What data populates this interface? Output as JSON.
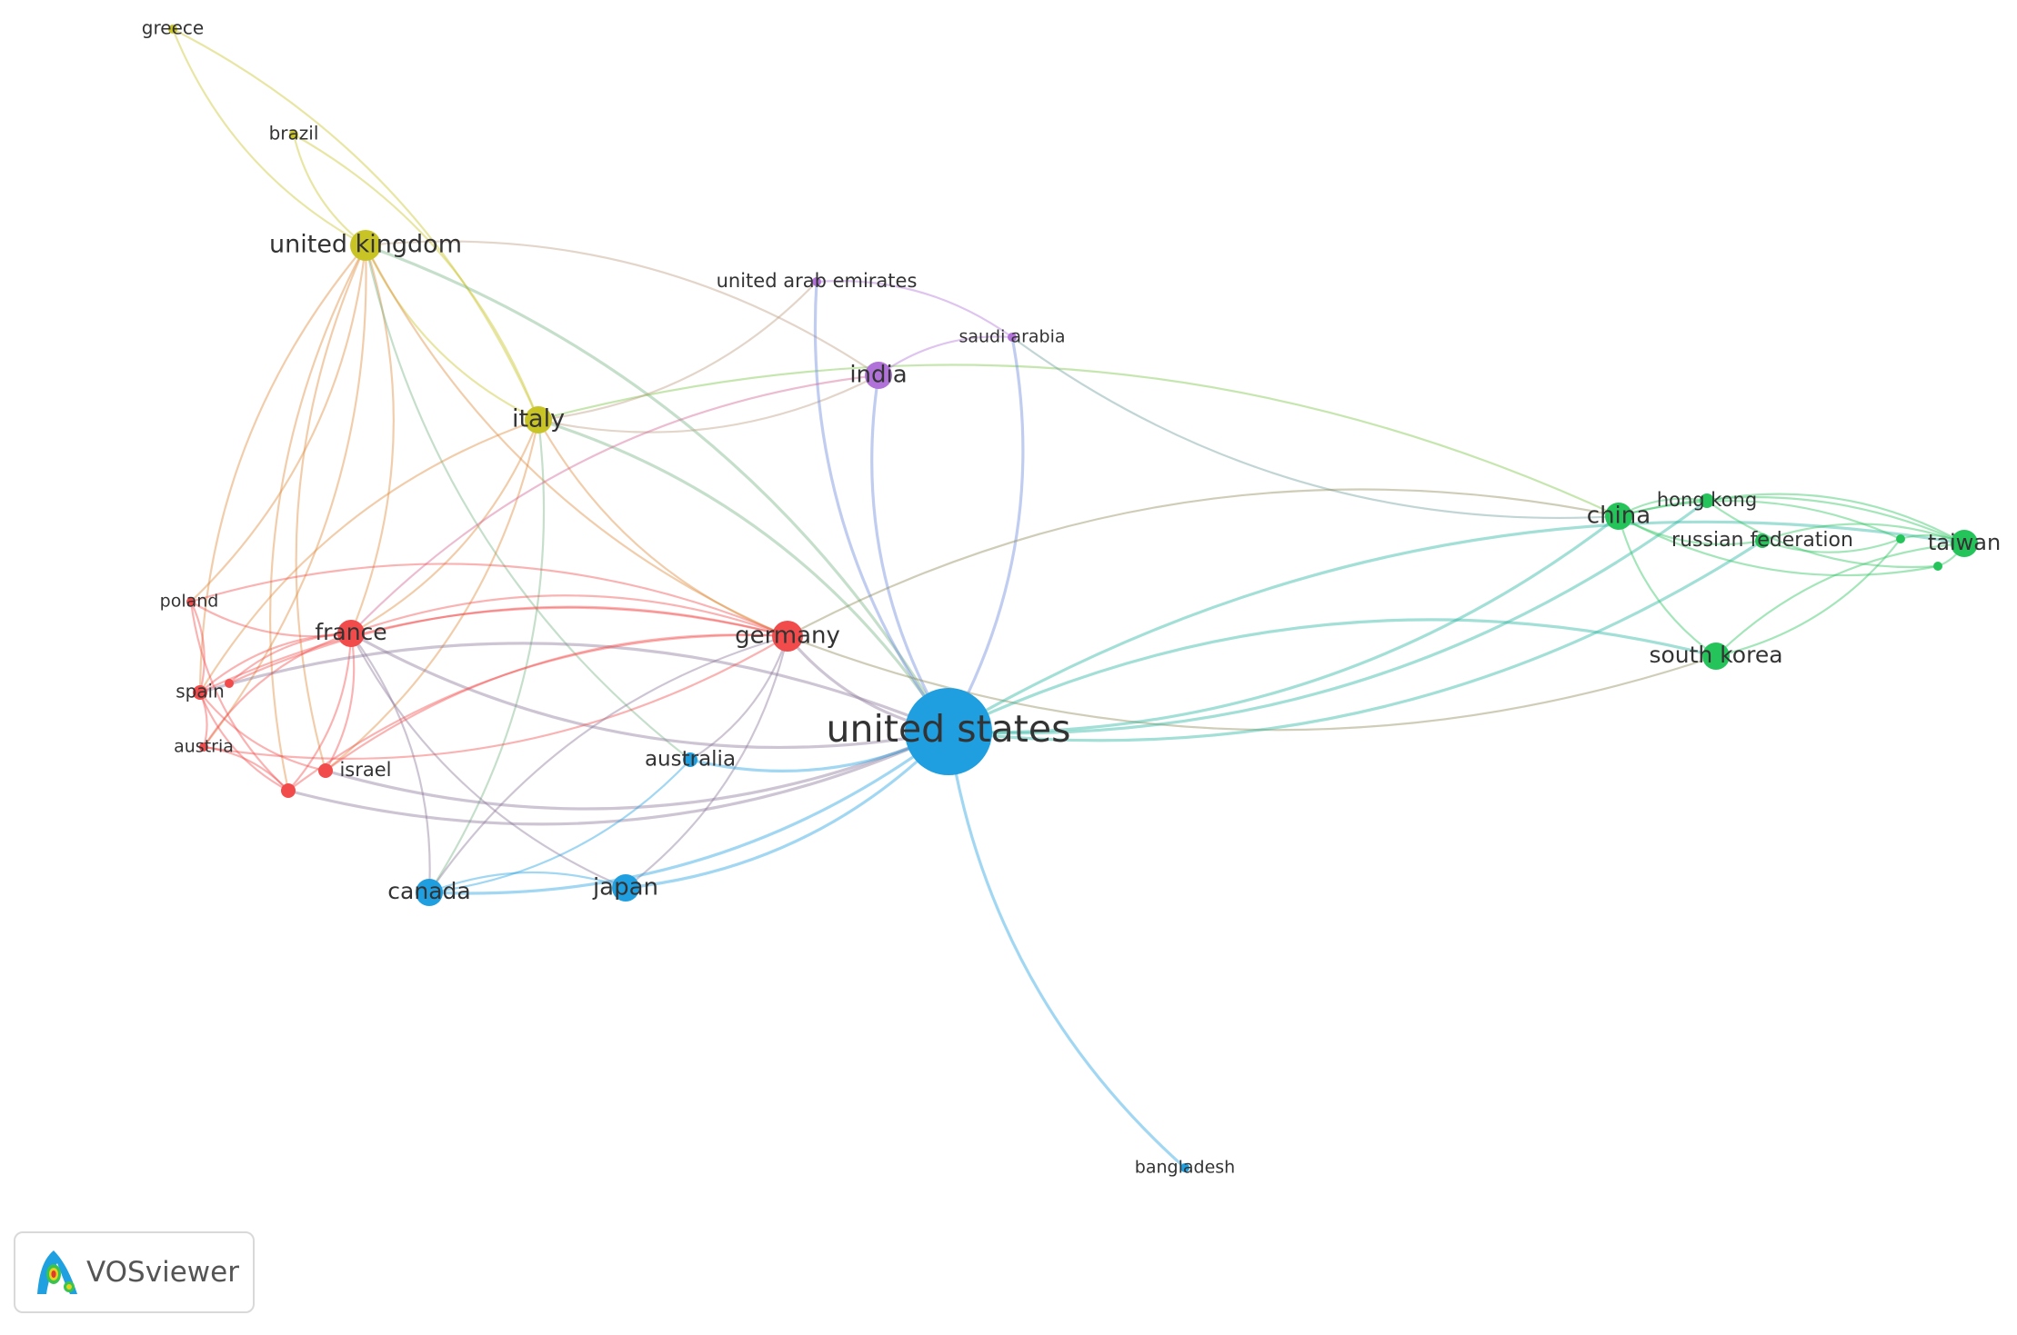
{
  "brand": {
    "name": "VOSviewer"
  },
  "clusters": [
    {
      "id": "yellow",
      "color": "#c9c425"
    },
    {
      "id": "purple",
      "color": "#b072d8"
    },
    {
      "id": "red",
      "color": "#f24b4b"
    },
    {
      "id": "blue",
      "color": "#1f9fe0"
    },
    {
      "id": "green",
      "color": "#25c45b"
    }
  ],
  "nodes": [
    {
      "id": "greece",
      "label": "greece",
      "cluster": "yellow",
      "weight": 1
    },
    {
      "id": "brazil",
      "label": "brazil",
      "cluster": "yellow",
      "weight": 1
    },
    {
      "id": "united_kingdom",
      "label": "united kingdom",
      "cluster": "yellow",
      "weight": 5
    },
    {
      "id": "italy",
      "label": "italy",
      "cluster": "yellow",
      "weight": 4
    },
    {
      "id": "united_arab_emirates",
      "label": "united arab emirates",
      "cluster": "purple",
      "weight": 1
    },
    {
      "id": "saudi_arabia",
      "label": "saudi arabia",
      "cluster": "purple",
      "weight": 1
    },
    {
      "id": "india",
      "label": "india",
      "cluster": "purple",
      "weight": 4
    },
    {
      "id": "poland",
      "label": "poland",
      "cluster": "red",
      "weight": 1
    },
    {
      "id": "france",
      "label": "france",
      "cluster": "red",
      "weight": 4
    },
    {
      "id": "spain",
      "label": "spain",
      "cluster": "red",
      "weight": 2
    },
    {
      "id": "red_small_1",
      "label": "",
      "cluster": "red",
      "weight": 1
    },
    {
      "id": "austria",
      "label": "austria",
      "cluster": "red",
      "weight": 1
    },
    {
      "id": "israel",
      "label": "israel",
      "cluster": "red",
      "weight": 2
    },
    {
      "id": "red_small_2",
      "label": "",
      "cluster": "red",
      "weight": 2
    },
    {
      "id": "germany",
      "label": "germany",
      "cluster": "red",
      "weight": 5
    },
    {
      "id": "australia",
      "label": "australia",
      "cluster": "blue",
      "weight": 2
    },
    {
      "id": "canada",
      "label": "canada",
      "cluster": "blue",
      "weight": 4
    },
    {
      "id": "japan",
      "label": "japan",
      "cluster": "blue",
      "weight": 4
    },
    {
      "id": "united_states",
      "label": "united states",
      "cluster": "blue",
      "weight": 10
    },
    {
      "id": "bangladesh",
      "label": "bangladesh",
      "cluster": "blue",
      "weight": 1
    },
    {
      "id": "china",
      "label": "china",
      "cluster": "green",
      "weight": 4
    },
    {
      "id": "hong_kong",
      "label": "hong kong",
      "cluster": "green",
      "weight": 2
    },
    {
      "id": "russian_federation",
      "label": "russian federation",
      "cluster": "green",
      "weight": 2
    },
    {
      "id": "green_small_1",
      "label": "",
      "cluster": "green",
      "weight": 1
    },
    {
      "id": "green_small_2",
      "label": "",
      "cluster": "green",
      "weight": 1
    },
    {
      "id": "taiwan",
      "label": "taiwan",
      "cluster": "green",
      "weight": 4
    },
    {
      "id": "south_korea",
      "label": "south korea",
      "cluster": "green",
      "weight": 4
    }
  ],
  "links": [
    [
      "greece",
      "united_kingdom"
    ],
    [
      "greece",
      "italy"
    ],
    [
      "brazil",
      "united_kingdom"
    ],
    [
      "brazil",
      "italy"
    ],
    [
      "united_kingdom",
      "italy"
    ],
    [
      "united_kingdom",
      "united_states"
    ],
    [
      "united_kingdom",
      "germany"
    ],
    [
      "united_kingdom",
      "france"
    ],
    [
      "united_kingdom",
      "spain"
    ],
    [
      "united_kingdom",
      "poland"
    ],
    [
      "united_kingdom",
      "israel"
    ],
    [
      "united_kingdom",
      "austria"
    ],
    [
      "united_kingdom",
      "red_small_2"
    ],
    [
      "united_kingdom",
      "india"
    ],
    [
      "united_kingdom",
      "australia"
    ],
    [
      "italy",
      "united_states"
    ],
    [
      "italy",
      "germany"
    ],
    [
      "italy",
      "france"
    ],
    [
      "italy",
      "spain"
    ],
    [
      "italy",
      "israel"
    ],
    [
      "italy",
      "india"
    ],
    [
      "italy",
      "china"
    ],
    [
      "italy",
      "united_arab_emirates"
    ],
    [
      "italy",
      "canada"
    ],
    [
      "united_arab_emirates",
      "united_states"
    ],
    [
      "united_arab_emirates",
      "saudi_arabia"
    ],
    [
      "india",
      "united_states"
    ],
    [
      "india",
      "saudi_arabia"
    ],
    [
      "india",
      "france"
    ],
    [
      "saudi_arabia",
      "united_states"
    ],
    [
      "saudi_arabia",
      "china"
    ],
    [
      "france",
      "germany"
    ],
    [
      "france",
      "spain"
    ],
    [
      "france",
      "israel"
    ],
    [
      "france",
      "austria"
    ],
    [
      "france",
      "poland"
    ],
    [
      "france",
      "red_small_1"
    ],
    [
      "france",
      "red_small_2"
    ],
    [
      "france",
      "united_states"
    ],
    [
      "france",
      "canada"
    ],
    [
      "france",
      "japan"
    ],
    [
      "spain",
      "germany"
    ],
    [
      "spain",
      "israel"
    ],
    [
      "spain",
      "austria"
    ],
    [
      "spain",
      "poland"
    ],
    [
      "spain",
      "united_states"
    ],
    [
      "spain",
      "red_small_2"
    ],
    [
      "poland",
      "germany"
    ],
    [
      "poland",
      "red_small_2"
    ],
    [
      "austria",
      "red_small_2"
    ],
    [
      "austria",
      "germany"
    ],
    [
      "israel",
      "germany"
    ],
    [
      "israel",
      "united_states"
    ],
    [
      "red_small_1",
      "germany"
    ],
    [
      "red_small_2",
      "united_states"
    ],
    [
      "red_small_2",
      "germany"
    ],
    [
      "germany",
      "united_states"
    ],
    [
      "germany",
      "china"
    ],
    [
      "germany",
      "south_korea"
    ],
    [
      "germany",
      "japan"
    ],
    [
      "germany",
      "canada"
    ],
    [
      "germany",
      "australia"
    ],
    [
      "australia",
      "united_states"
    ],
    [
      "australia",
      "canada"
    ],
    [
      "canada",
      "united_states"
    ],
    [
      "canada",
      "japan"
    ],
    [
      "japan",
      "united_states"
    ],
    [
      "bangladesh",
      "united_states"
    ],
    [
      "united_states",
      "china"
    ],
    [
      "united_states",
      "south_korea"
    ],
    [
      "united_states",
      "hong_kong"
    ],
    [
      "united_states",
      "taiwan"
    ],
    [
      "united_states",
      "russian_federation"
    ],
    [
      "china",
      "hong_kong"
    ],
    [
      "china",
      "russian_federation"
    ],
    [
      "china",
      "taiwan"
    ],
    [
      "china",
      "south_korea"
    ],
    [
      "china",
      "green_small_1"
    ],
    [
      "china",
      "green_small_2"
    ],
    [
      "hong_kong",
      "taiwan"
    ],
    [
      "hong_kong",
      "green_small_2"
    ],
    [
      "russian_federation",
      "taiwan"
    ],
    [
      "russian_federation",
      "green_small_1"
    ],
    [
      "green_small_1",
      "taiwan"
    ],
    [
      "green_small_2",
      "taiwan"
    ],
    [
      "south_korea",
      "taiwan"
    ],
    [
      "south_korea",
      "green_small_1"
    ]
  ]
}
